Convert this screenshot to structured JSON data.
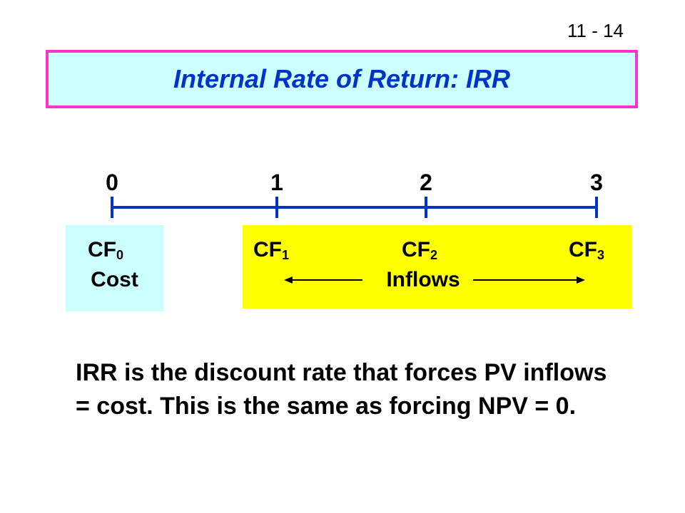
{
  "slide_number": "11 - 14",
  "title": "Internal Rate of Return:  IRR",
  "timeline": {
    "ticks": [
      "0",
      "1",
      "2",
      "3"
    ]
  },
  "cost_box": {
    "cf_base": "CF",
    "cf_sub": "0",
    "label": "Cost"
  },
  "inflow_box": {
    "cf1_base": "CF",
    "cf1_sub": "1",
    "cf2_base": "CF",
    "cf2_sub": "2",
    "cf3_base": "CF",
    "cf3_sub": "3",
    "label": "Inflows"
  },
  "body_text": "IRR is the discount rate that forces PV inflows = cost.  This is the same as forcing NPV = 0.",
  "colors": {
    "title_fill": "#ccffff",
    "title_border": "#ff33cc",
    "title_text": "#0033cc",
    "timeline": "#0033cc",
    "cost_fill": "#ccffff",
    "inflow_fill": "#ffff00"
  }
}
